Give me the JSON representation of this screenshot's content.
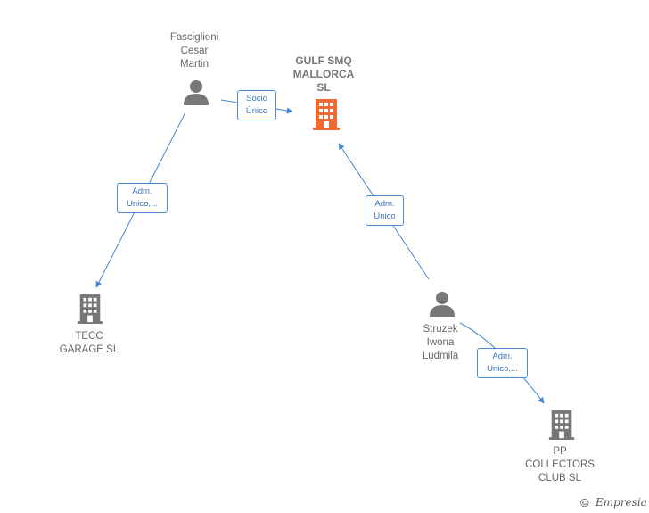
{
  "nodes": {
    "gulf": {
      "label": "GULF SMQ\nMALLORCA\nSL",
      "color": "#f26a33",
      "icon": "building-icon"
    },
    "fasciglioni": {
      "label": "Fasciglioni\nCesar\nMartin",
      "color": "#777777",
      "icon": "person-icon"
    },
    "tecc": {
      "label": "TECC\nGARAGE  SL",
      "color": "#777777",
      "icon": "building-icon"
    },
    "struzek": {
      "label": "Struzek\nIwona\nLudmila",
      "color": "#777777",
      "icon": "person-icon"
    },
    "pp": {
      "label": "PP\nCOLLECTORS\nCLUB  SL",
      "color": "#777777",
      "icon": "building-icon"
    }
  },
  "edges": {
    "socio_unico": "Socio\nÚnico",
    "adm_fasciglioni_tecc": "Adm.\nUnico,...",
    "adm_struzek_gulf": "Adm.\nUnico",
    "adm_struzek_pp": "Adm.\nUnico,..."
  },
  "edge_color": "#3f86d6",
  "footer": {
    "copyright": "©",
    "brand": "Empresia"
  }
}
